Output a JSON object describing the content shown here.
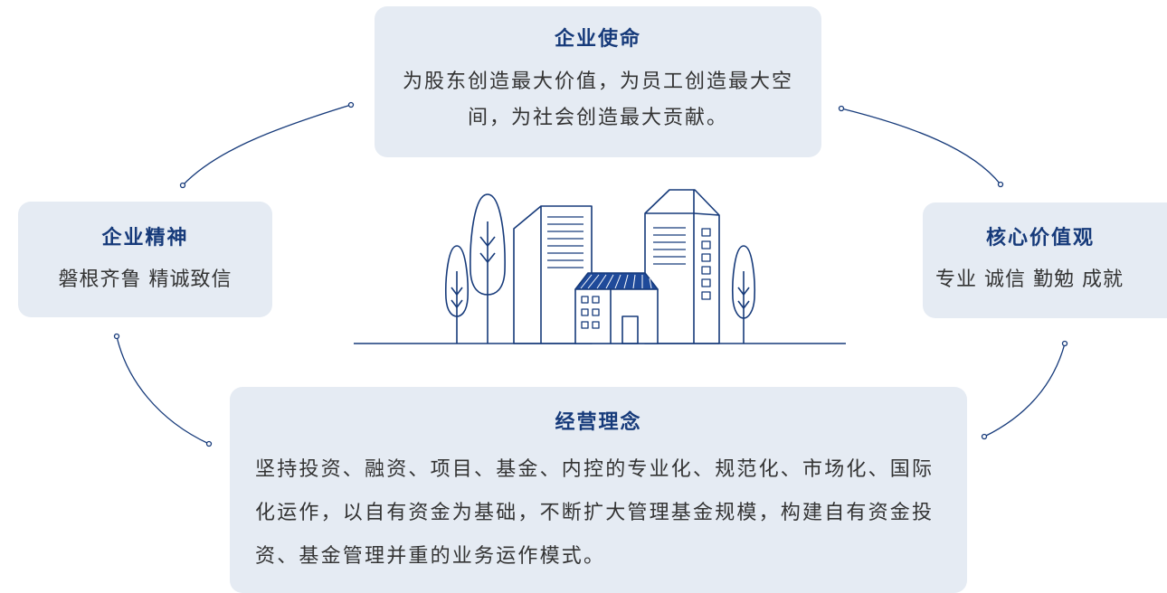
{
  "mission": {
    "title": "企业使命",
    "body": "为股东创造最大价值，为员工创造最大空间，为社会创造最大贡献。"
  },
  "spirit": {
    "title": "企业精神",
    "body": "磐根齐鲁 精诚致信"
  },
  "values": {
    "title": "核心价值观",
    "body": "专业 诚信 勤勉 成就"
  },
  "philosophy": {
    "title": "经营理念",
    "body": "坚持投资、融资、项目、基金、内控的专业化、规范化、市场化、国际化运作，以自有资金为基础，不断扩大管理基金规模，构建自有资金投资、基金管理并重的业务运作模式。"
  },
  "colors": {
    "card_bg": "#e5ebf3",
    "title": "#163a7a",
    "line": "#163a7a",
    "roof_fill": "#1f4a9a"
  },
  "icons": {
    "center": "city-buildings-icon",
    "connector": "curved-arrow-connector"
  }
}
